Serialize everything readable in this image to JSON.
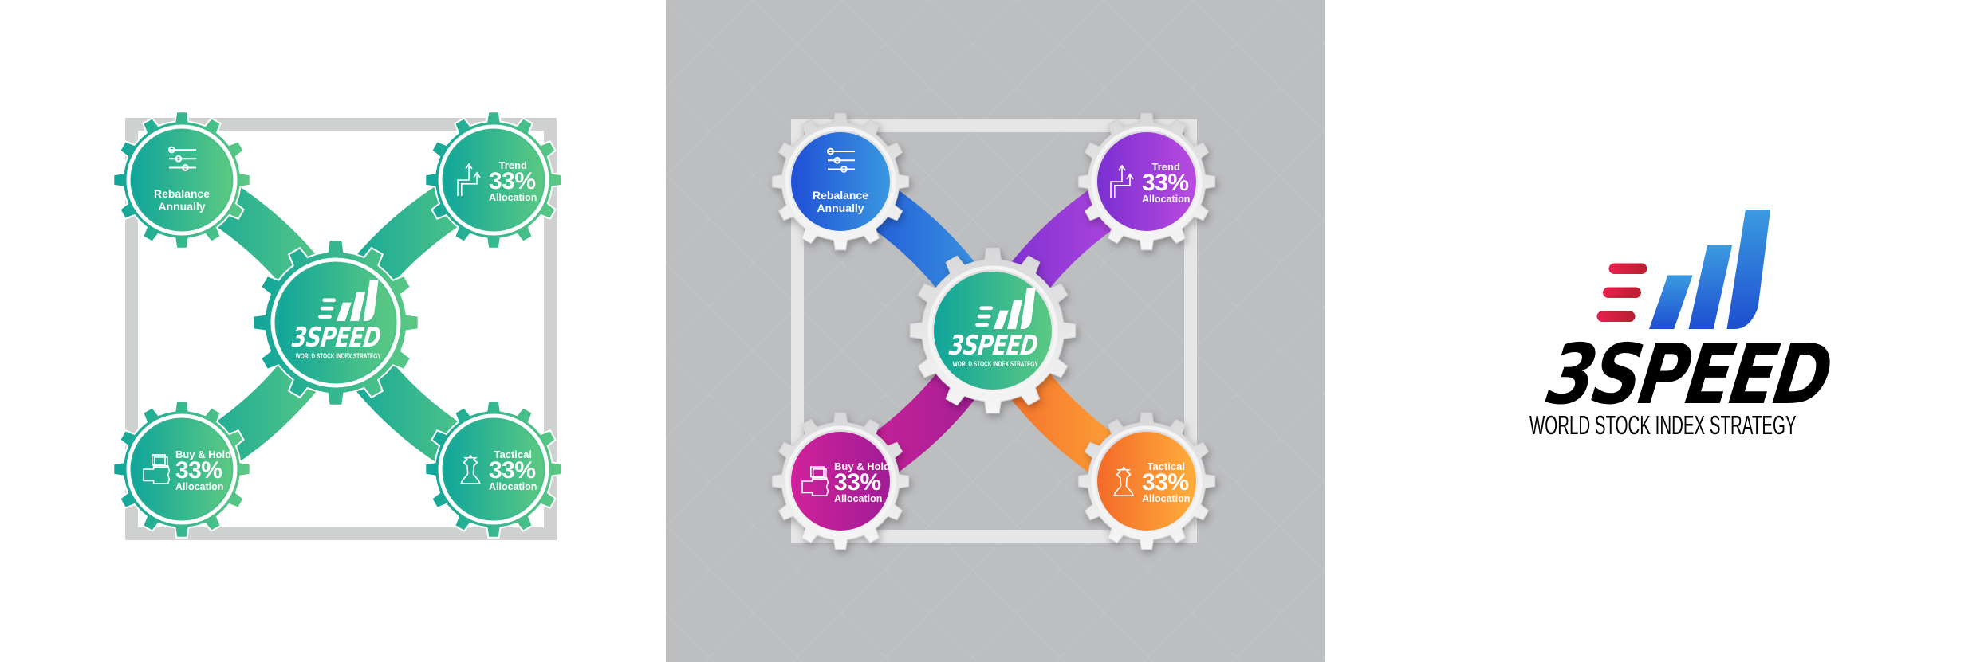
{
  "panels": {
    "left": {
      "background": "#ffffff",
      "variant": "green"
    },
    "middle": {
      "background": "#bdbec0",
      "variant": "multicolor"
    },
    "right": {
      "background": "#ffffff",
      "variant": "logo"
    }
  },
  "colors": {
    "green": [
      "#10a59a",
      "#5cc983"
    ],
    "blue": [
      "#1f4fd6",
      "#3a98e0"
    ],
    "purple": [
      "#7a2fd0",
      "#b94ae0"
    ],
    "magenta": [
      "#d0209a",
      "#a01f95"
    ],
    "orange": [
      "#f36a2a",
      "#ffae3a"
    ],
    "frame_left": "#cfd0d0",
    "frame_mid": "#e6e6e6",
    "gear_silver": "#e9e9ea",
    "logo_red": [
      "#e8204e",
      "#b81f2e"
    ],
    "logo_blue": [
      "#1d4ed0",
      "#3b9be0"
    ]
  },
  "center": {
    "brand": "3SPEED",
    "tagline": "WORLD STOCK INDEX STRATEGY",
    "icon": "speed-bars-logo-icon"
  },
  "gears": [
    {
      "id": "rebalance",
      "position": "top-left",
      "icon": "sliders-icon",
      "line1": "Rebalance",
      "line2": "Annually",
      "percent": null
    },
    {
      "id": "trend",
      "position": "top-right",
      "icon": "trend-arrows-icon",
      "line1": "Trend",
      "percent": "33%",
      "line2": "Allocation"
    },
    {
      "id": "buyhold",
      "position": "bottom-left",
      "icon": "hand-money-icon",
      "line1": "Buy & Hold",
      "percent": "33%",
      "line2": "Allocation"
    },
    {
      "id": "tactical",
      "position": "bottom-right",
      "icon": "chess-king-icon",
      "line1": "Tactical",
      "percent": "33%",
      "line2": "Allocation"
    }
  ],
  "middle_gear_colors": {
    "rebalance": "blue",
    "trend": "purple",
    "buyhold": "magenta",
    "tactical": "orange",
    "center": "green"
  },
  "logo": {
    "brand": "3SPEED",
    "tagline": "WORLD STOCK INDEX STRATEGY"
  }
}
